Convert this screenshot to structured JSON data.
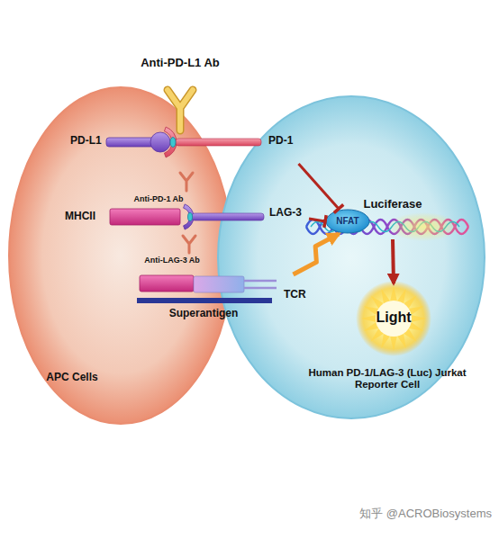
{
  "diagram": {
    "nodes": [
      {
        "text": [
          "APC Cells"
        ]
      },
      {
        "text": [
          "PD-L1"
        ],
        "in": 0
      },
      {
        "text": [
          "MHCII"
        ],
        "in": 0
      },
      {
        "text": [
          "PD-1"
        ]
      },
      {
        "text": [
          "LAG-3"
        ]
      },
      {
        "text": [
          "TCR"
        ]
      },
      {
        "text": [
          "Superantigen"
        ]
      },
      {
        "text": [
          "Human PD-1/LAG-3 (Luc) Jurkat Reporter Cell"
        ]
      },
      {
        "text": [
          "NFAT"
        ],
        "in": 7
      },
      {
        "text": [
          "Luciferase"
        ],
        "in": 7
      },
      {
        "text": [
          "Light"
        ],
        "in": 7
      }
    ],
    "edges": [
      {
        "from": 3,
        "to": 8,
        "arrow": "to"
      },
      {
        "from": 4,
        "to": 8,
        "arrow": "to"
      },
      {
        "from": 5,
        "to": 8,
        "arrow": "to"
      },
      {
        "from": 9,
        "to": 10,
        "arrow": "to"
      }
    ],
    "labels": [
      "Anti-PD-L1 Ab",
      "Anti-PD-1 Ab",
      "Anti-LAG-3 Ab",
      "知乎 @ACROBiosystems"
    ]
  }
}
